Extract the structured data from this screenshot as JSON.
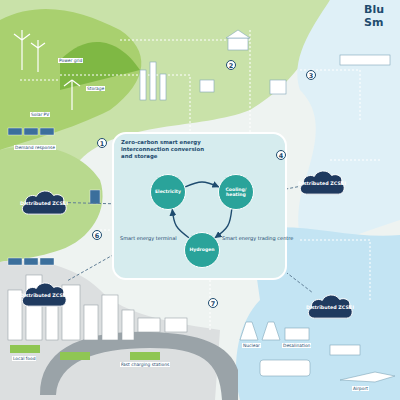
{
  "diagram": {
    "nodes": [
      {
        "text": [
          "Zero-carbon smart energy interconnection conversion and storage"
        ]
      },
      {
        "text": [
          "Electricity"
        ],
        "in": 0
      },
      {
        "text": [
          "Cooling/ heating"
        ],
        "in": 0
      },
      {
        "text": [
          "Hydrogen"
        ],
        "in": 0
      },
      {
        "text": [
          "Distributed ZCSEI"
        ]
      },
      {
        "text": [
          "Distributed ZCSEI"
        ]
      },
      {
        "text": [
          "Distributed ZCSEI"
        ]
      },
      {
        "text": [
          "Distributed ZCSEI"
        ]
      }
    ],
    "edges": [
      {
        "from": 1,
        "to": 2,
        "arrow": "to"
      },
      {
        "from": 2,
        "to": 3,
        "arrow": "to"
      },
      {
        "from": 3,
        "to": 1,
        "arrow": "to"
      },
      {
        "from": 4,
        "to": 0,
        "arrow": "none"
      },
      {
        "from": 5,
        "to": 0,
        "arrow": "none"
      },
      {
        "from": 6,
        "to": 0,
        "arrow": "none"
      },
      {
        "from": 7,
        "to": 0,
        "arrow": "none"
      }
    ],
    "labels": [
      "Blu",
      "Sm",
      "1",
      "2",
      "3",
      "4",
      "6",
      "7",
      "Power grid",
      "Storage",
      "Solar PV",
      "Demand response",
      "Smart energy terminal",
      "Smart energy trading centre",
      "Nuclear",
      "Desalination",
      "Airport",
      "Local food",
      "Fast charging stations"
    ]
  }
}
